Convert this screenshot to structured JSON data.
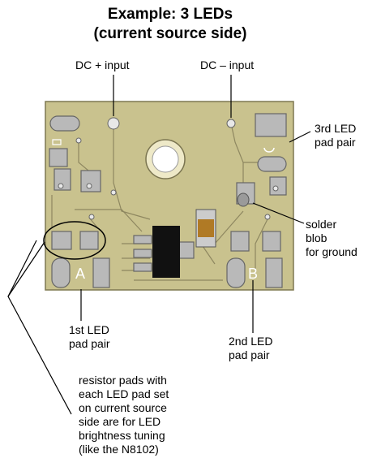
{
  "title": {
    "line1": "Example: 3 LEDs",
    "line2": "(current source side)"
  },
  "labels": {
    "dc_plus": "DC + input",
    "dc_minus": "DC – input",
    "third_led": [
      "3rd LED",
      "pad pair"
    ],
    "solder_blob": [
      "solder",
      "blob",
      "for ground"
    ],
    "first_led": [
      "1st LED",
      "pad pair"
    ],
    "second_led": [
      "2nd LED",
      "pad pair"
    ],
    "resistor_note": [
      "resistor pads with",
      "each LED pad set",
      "on current source",
      "side are for LED",
      "brightness tuning",
      "(like the N8102)"
    ]
  },
  "pcb_marks": {
    "pad_a": "A",
    "pad_b": "B"
  },
  "colors": {
    "board": "#c9c28e",
    "pad": "#b9b9b9",
    "pad_outline": "#777777",
    "trace": "#a8a070",
    "ic": "#111111",
    "resistor_body": "#b07a25",
    "led_hole": "#ffffff"
  },
  "icons": [
    "ic-chip",
    "smd-resistor",
    "led-hole",
    "solder-blob"
  ]
}
